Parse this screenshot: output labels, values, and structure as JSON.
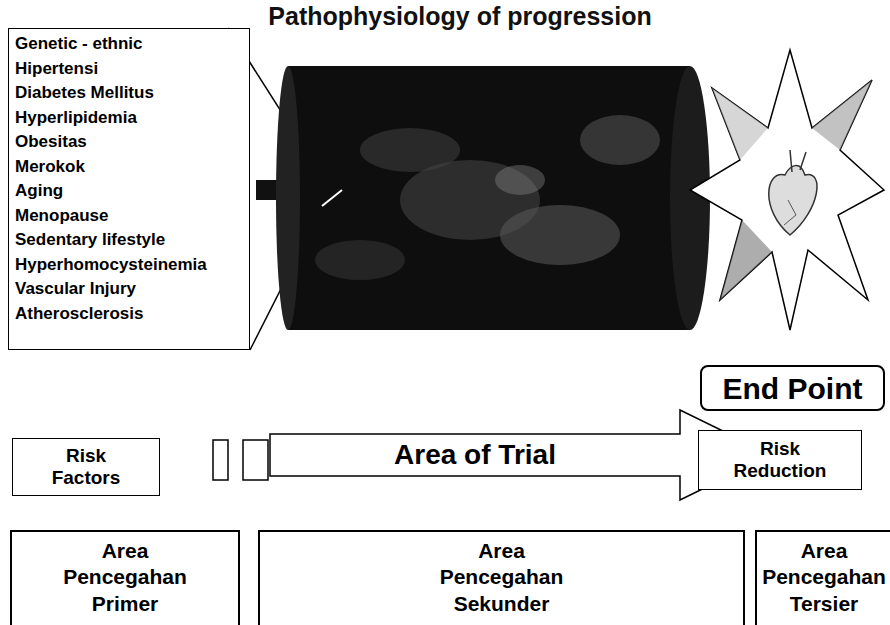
{
  "diagram": {
    "title": "Pathophysiology of progression",
    "nodes": [
      {
        "text": [
          "Genetic - ethnic",
          "Hipertensi",
          "Diabetes Mellitus",
          "Hyperlipidemia",
          "Obesitas",
          "Merokok",
          "Aging",
          "Menopause",
          "Sedentary lifestyle",
          "Hyperhomocysteinemia",
          "Vascular Injury",
          "Atherosclerosis"
        ]
      },
      {
        "text": [
          "End Point"
        ]
      },
      {
        "text": [
          "Risk Factors"
        ]
      },
      {
        "text": [
          "Area of Trial"
        ]
      },
      {
        "text": [
          "Risk Reduction"
        ]
      },
      {
        "text": [
          "Area Pencegahan Primer"
        ]
      },
      {
        "text": [
          "Area Pencegahan Sekunder"
        ]
      },
      {
        "text": [
          "Area Pencegahan Tersier"
        ]
      }
    ]
  }
}
